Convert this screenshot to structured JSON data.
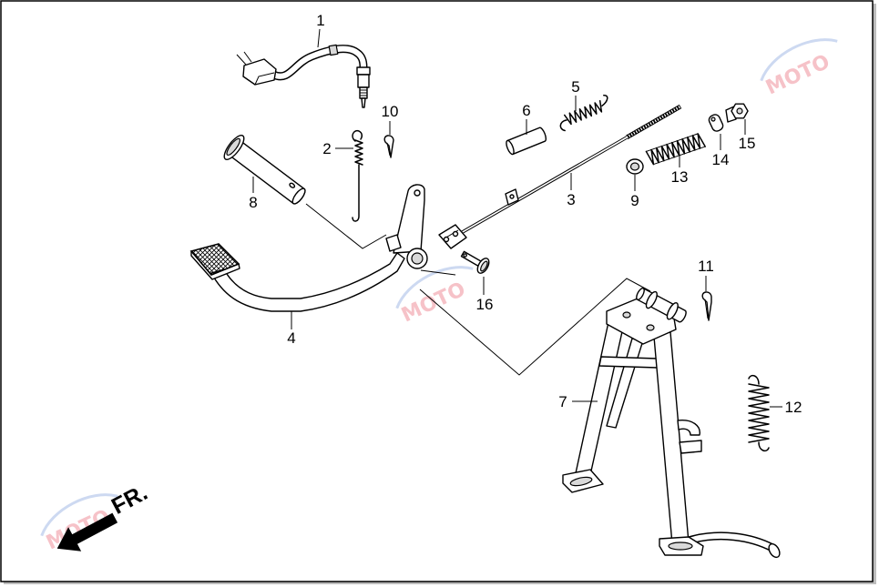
{
  "diagram": {
    "callouts": [
      "1",
      "2",
      "3",
      "4",
      "5",
      "6",
      "7",
      "8",
      "9",
      "10",
      "11",
      "12",
      "13",
      "14",
      "15",
      "16"
    ],
    "direction_label": "FR."
  },
  "watermark": {
    "text": "MOTO",
    "colors": {
      "letters": "#f2a3ab",
      "swoosh": "#b3c6ea"
    }
  }
}
